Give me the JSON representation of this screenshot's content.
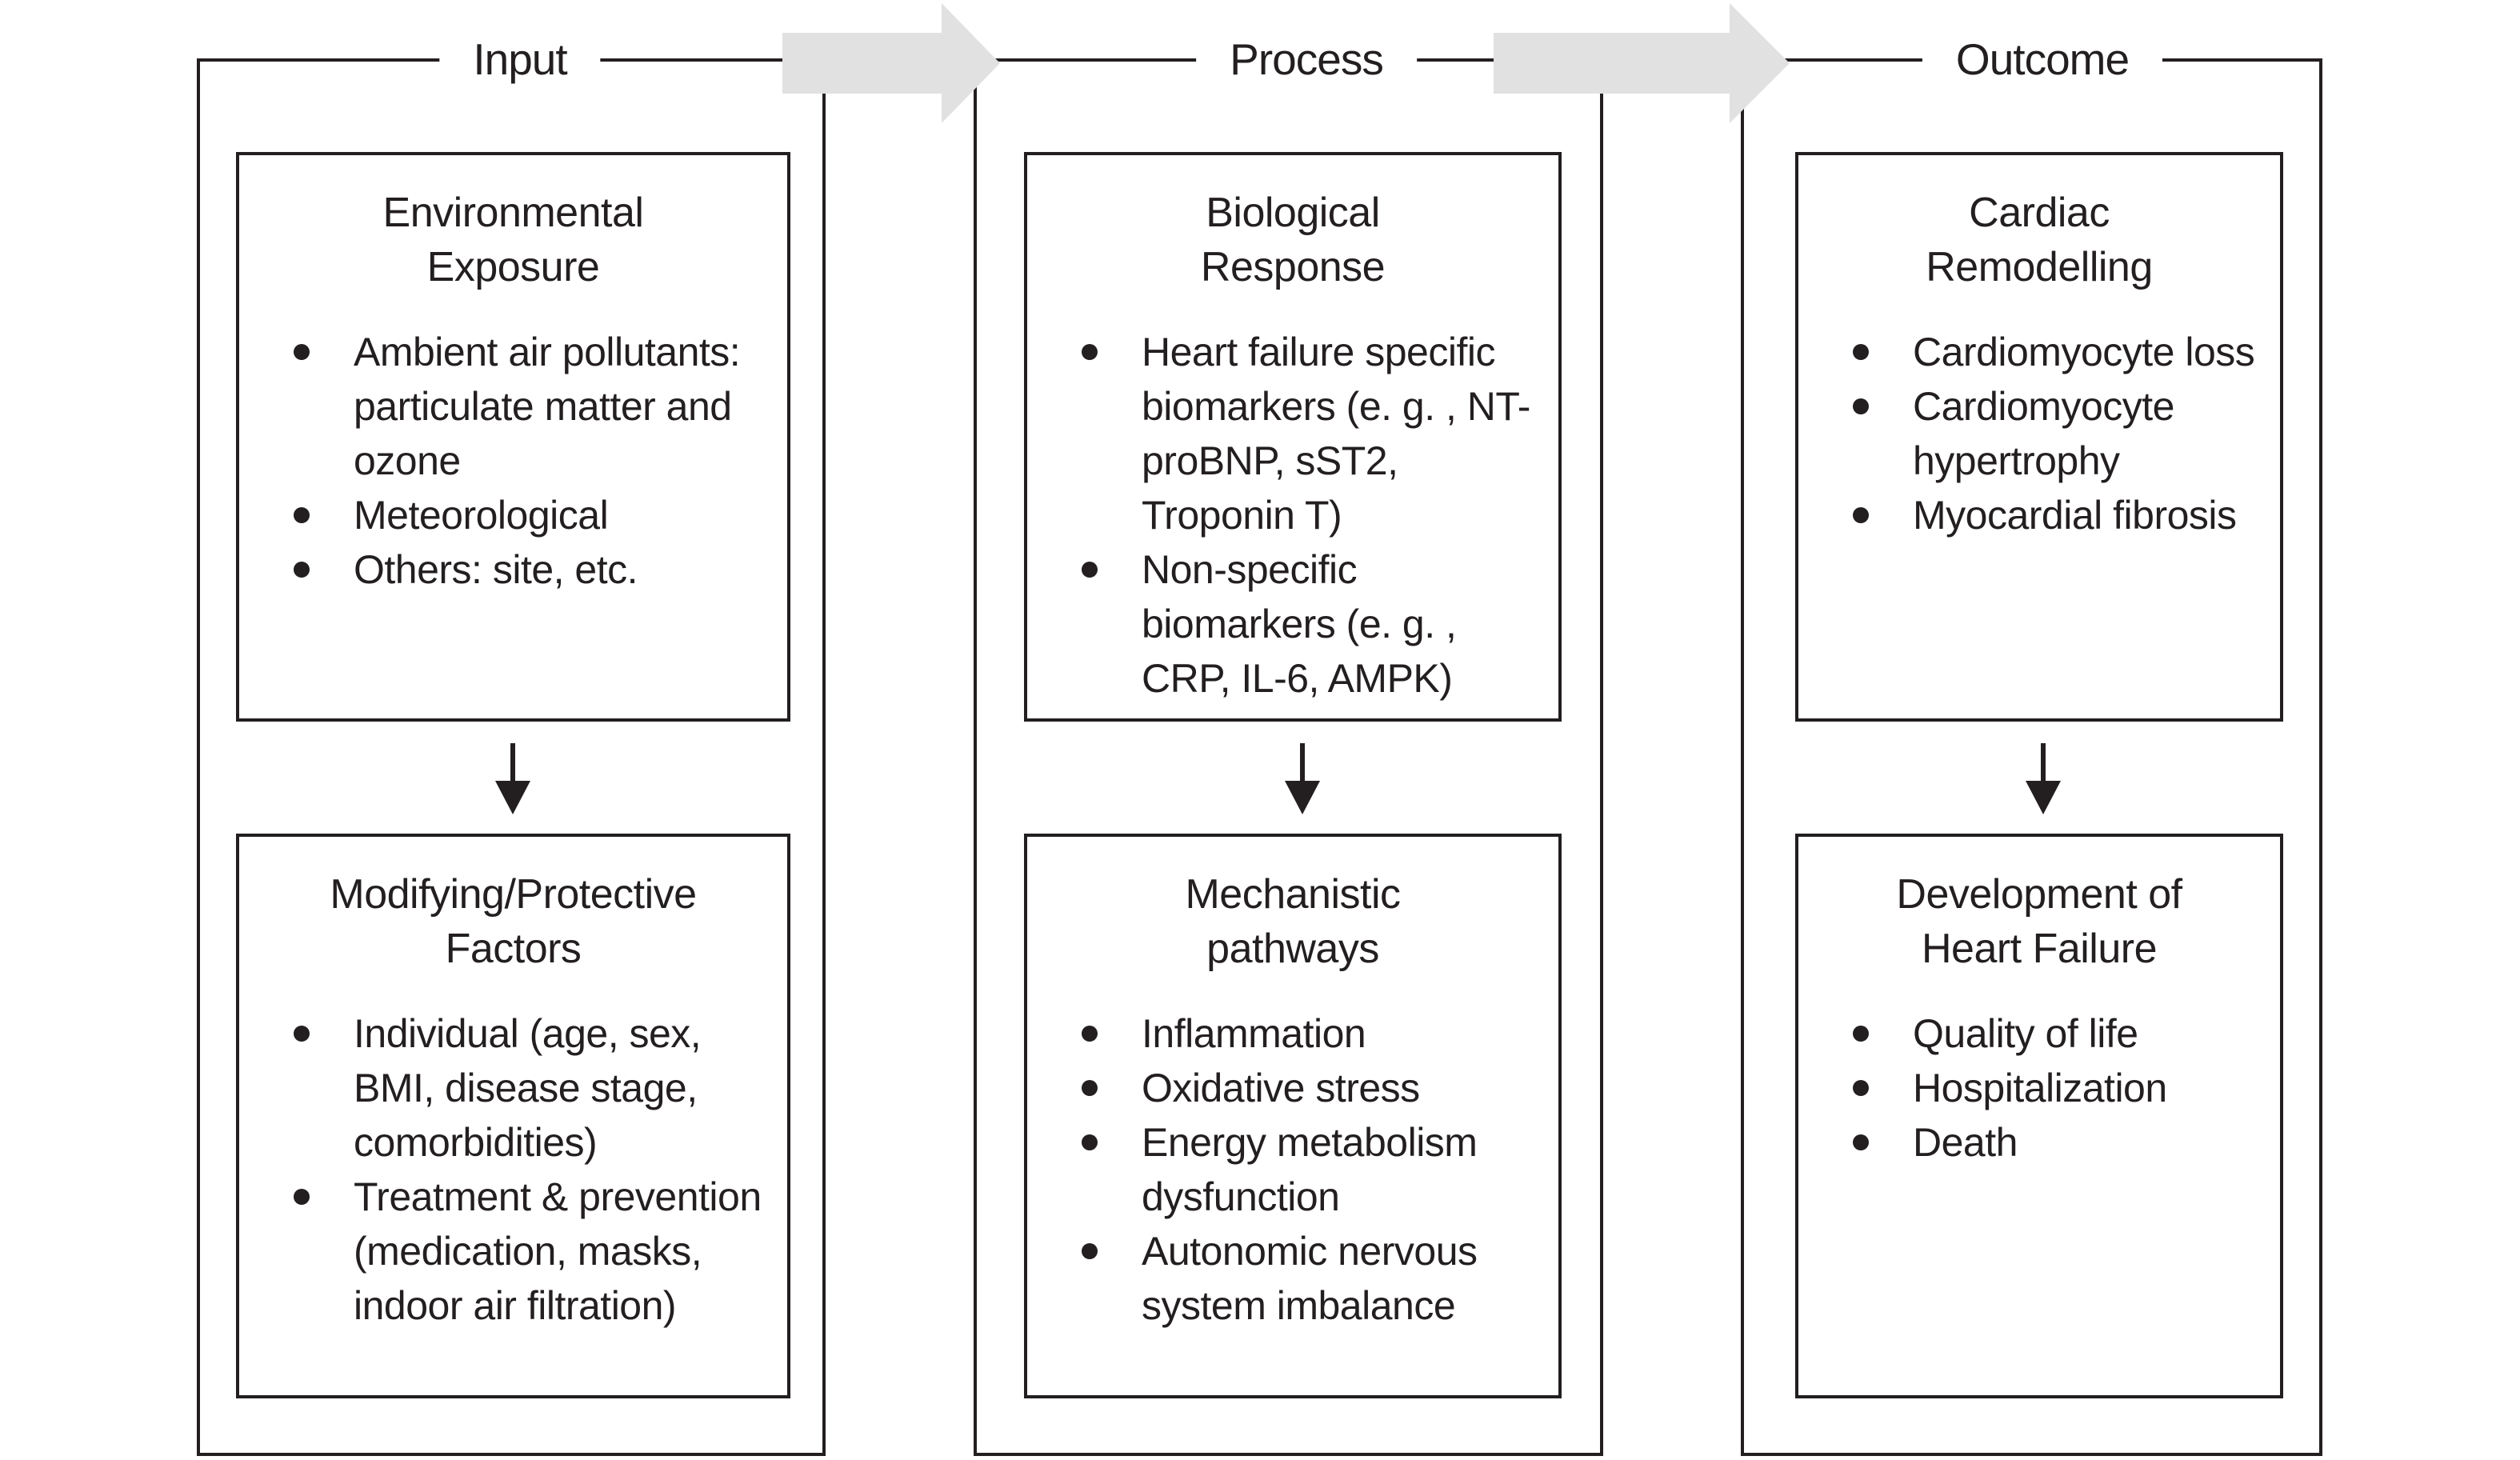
{
  "colors": {
    "line_color": "#231f20",
    "text_color": "#231f20",
    "arrow_fill": "#e1e1e1",
    "background": "#ffffff"
  },
  "columns": [
    {
      "header": "Input",
      "top_box": {
        "title_lines": [
          "Environmental",
          "Exposure"
        ],
        "bullets": [
          "Ambient air pollutants: particulate matter and ozone",
          "Meteorological",
          "Others: site, etc."
        ]
      },
      "bottom_box": {
        "title_lines": [
          "Modifying/Protective",
          "Factors"
        ],
        "bullets": [
          "Individual (age, sex, BMI, disease stage, comorbidities)",
          "Treatment & prevention (medication, masks, indoor air filtration)"
        ]
      }
    },
    {
      "header": "Process",
      "top_box": {
        "title_lines": [
          "Biological",
          "Response"
        ],
        "bullets": [
          "Heart failure specific biomarkers (e. g. , NT-proBNP, sST2, Troponin T)",
          "Non-specific biomarkers (e. g. , CRP, IL-6, AMPK)"
        ]
      },
      "bottom_box": {
        "title_lines": [
          "Mechanistic",
          "pathways"
        ],
        "bullets": [
          "Inflammation",
          "Oxidative stress",
          "Energy metabolism dysfunction",
          "Autonomic nervous system imbalance"
        ]
      }
    },
    {
      "header": "Outcome",
      "top_box": {
        "title_lines": [
          "Cardiac",
          "Remodelling"
        ],
        "bullets": [
          "Cardiomyocyte loss",
          "Cardiomyocyte hypertrophy",
          "Myocardial fibrosis"
        ]
      },
      "bottom_box": {
        "title_lines": [
          "Development of",
          "Heart Failure"
        ],
        "bullets": [
          "Quality of life",
          "Hospitalization",
          "Death"
        ]
      }
    }
  ]
}
